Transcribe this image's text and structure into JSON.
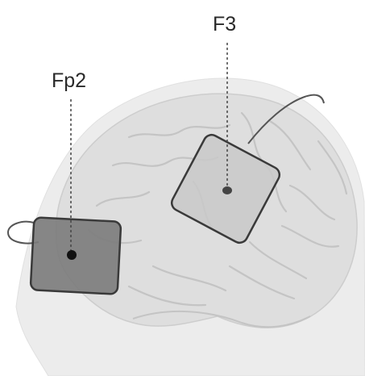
{
  "labels": {
    "fp2": "Fp2",
    "f3": "F3"
  },
  "colors": {
    "background": "#ffffff",
    "head": "#ececec",
    "brain": "#dedede",
    "sulci": "#c4c4c4",
    "fp2_pad": "#7d7d7d",
    "f3_pad": "#c9c9c9",
    "pad_border": "#3a3a3a",
    "lead_wire": "#555555",
    "guide_line": "#444444",
    "center_dot": "#111111"
  },
  "icons": {
    "head": "human-head-silhouette",
    "brain": "brain-illustration",
    "electrode": "tdcs-sponge-electrode"
  }
}
